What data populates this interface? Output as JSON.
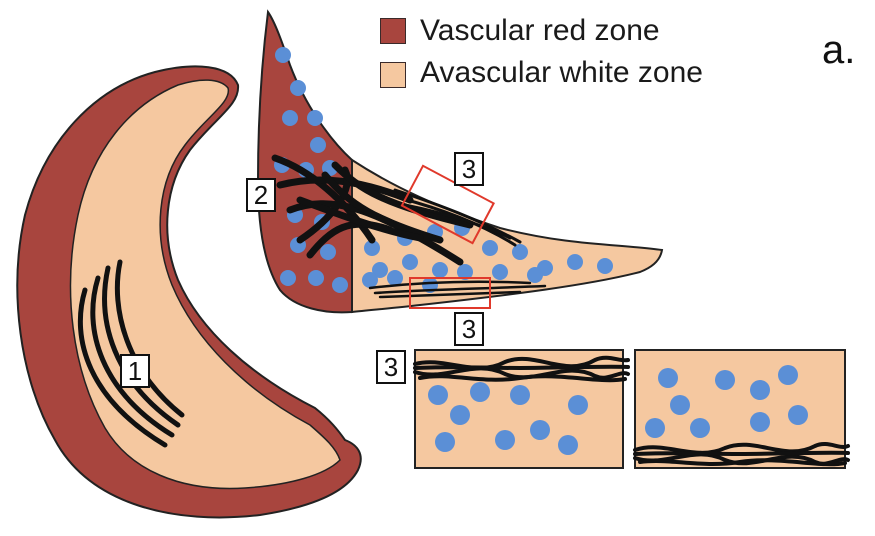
{
  "panel_label": "a.",
  "legend": {
    "red_zone_label": "Vascular red zone",
    "white_zone_label": "Avascular white zone"
  },
  "labels": {
    "tear1": "1",
    "tear2": "2",
    "tear3_upper": "3",
    "tear3_lower": "3",
    "tear3_inset": "3"
  },
  "colors": {
    "red_zone": "#a8453e",
    "white_zone": "#f5c8a0",
    "cells": "#5b8fd6",
    "fibers": "#111111",
    "highlight": "#e0392b"
  }
}
